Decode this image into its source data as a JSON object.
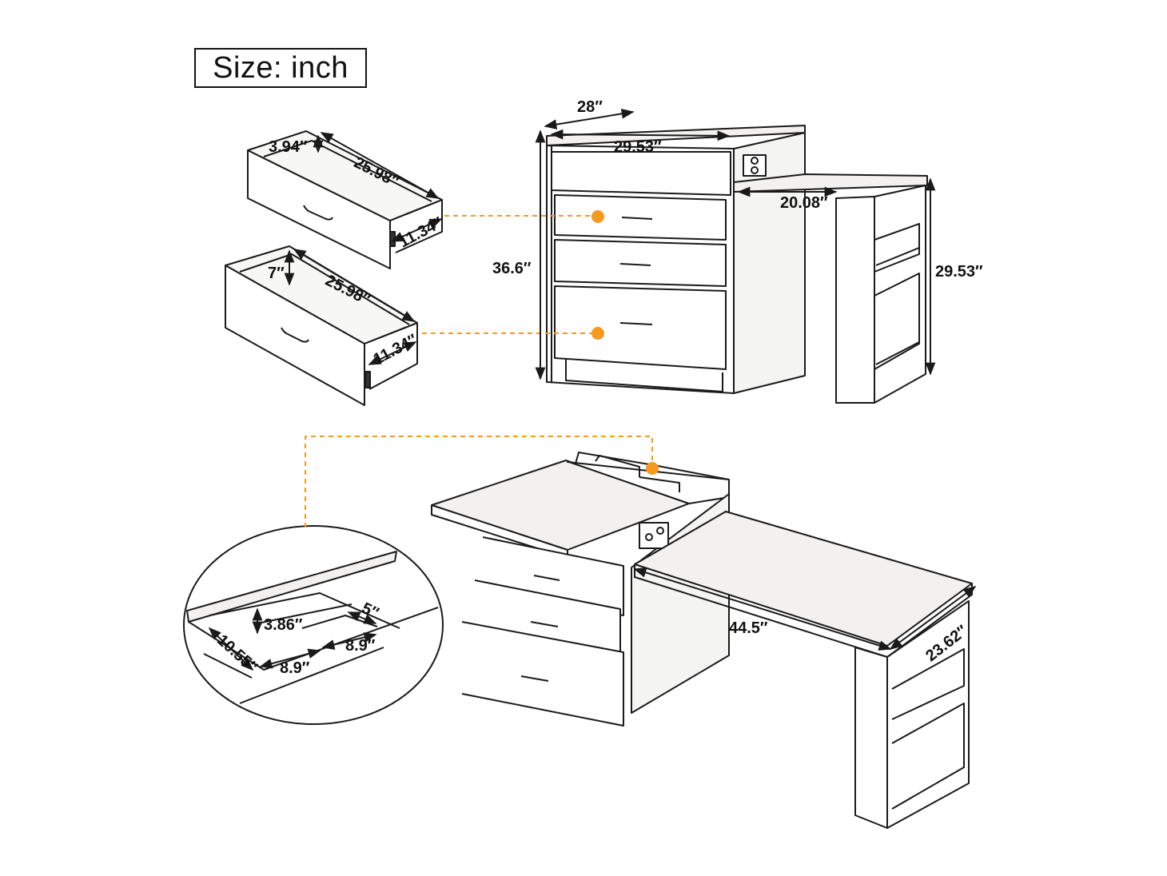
{
  "title": "Size: inch",
  "colors": {
    "line": "#1a1a1a",
    "accent": "#f39a1f",
    "wood": "#f2f1ef"
  },
  "dimensions": {
    "drawer_small_height": "3.94″",
    "drawer_small_length": "25.98″",
    "drawer_small_width": "11.34″",
    "drawer_large_height": "7″",
    "drawer_large_length": "25.98″",
    "drawer_large_width": "11.34″",
    "cabinet_depth": "28″",
    "cabinet_width": "29.53″",
    "cabinet_height": "36.6″",
    "extension_width": "20.08″",
    "extension_height": "29.53″",
    "tray_height": "3.86″",
    "tray_small": "5″",
    "tray_left": "8.9″",
    "tray_right": "8.9″",
    "tray_depth": "10.55″",
    "desk_length": "44.5″",
    "desk_depth": "23.62″"
  }
}
